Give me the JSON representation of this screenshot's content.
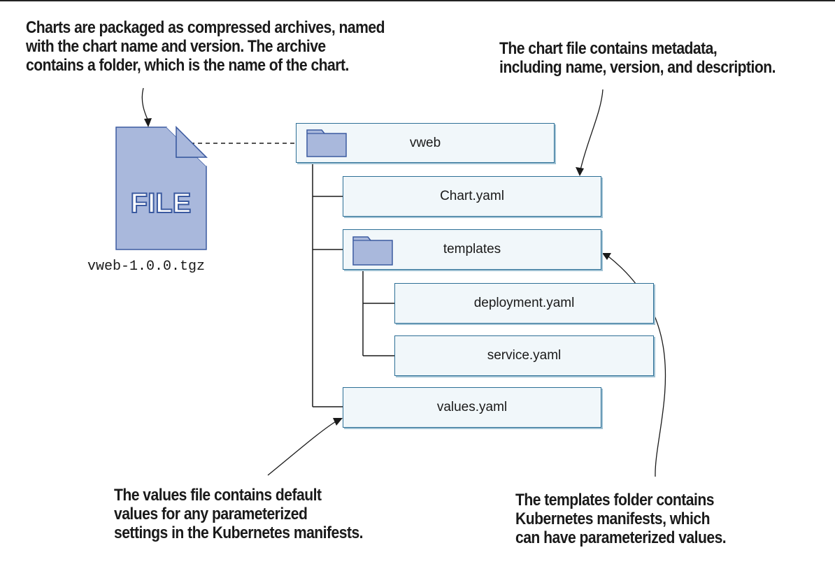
{
  "callouts": {
    "archive": [
      "Charts are packaged as compressed archives, named",
      "with the chart name and version. The archive",
      "contains a folder, which is the name of the chart."
    ],
    "chart_file": [
      "The chart file contains metadata,",
      "including name, version, and description."
    ],
    "values_file": [
      "The values file contains default",
      "values for any parameterized",
      "settings in the Kubernetes manifests."
    ],
    "templates_folder": [
      "The templates folder contains",
      "Kubernetes manifests, which",
      "can have parameterized values."
    ]
  },
  "archive": {
    "icon_label": "FILE",
    "filename": "vweb-1.0.0.tgz"
  },
  "tree": {
    "root": "vweb",
    "chart_yaml": "Chart.yaml",
    "templates": "templates",
    "deployment_yaml": "deployment.yaml",
    "service_yaml": "service.yaml",
    "values_yaml": "values.yaml"
  },
  "colors": {
    "node_fill": "#f1f7fa",
    "node_border": "#2d6f96",
    "icon_fill": "#a9b8dc",
    "icon_stroke": "#3b5aa0"
  }
}
